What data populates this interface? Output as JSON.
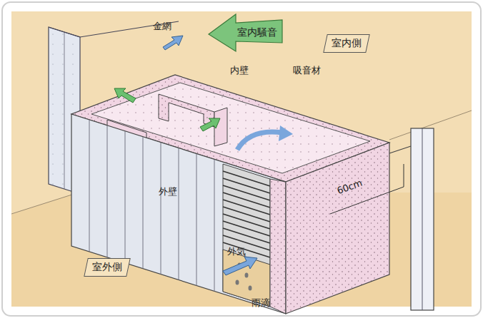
{
  "diagram": {
    "nodes": [
      {
        "text": [
          "室内側"
        ]
      },
      {
        "text": [
          "室外側"
        ]
      }
    ],
    "labels": [
      "金網",
      "室内騒音",
      "内壁",
      "吸音材",
      "外壁",
      "外気",
      "雨滴",
      "60cm"
    ]
  }
}
